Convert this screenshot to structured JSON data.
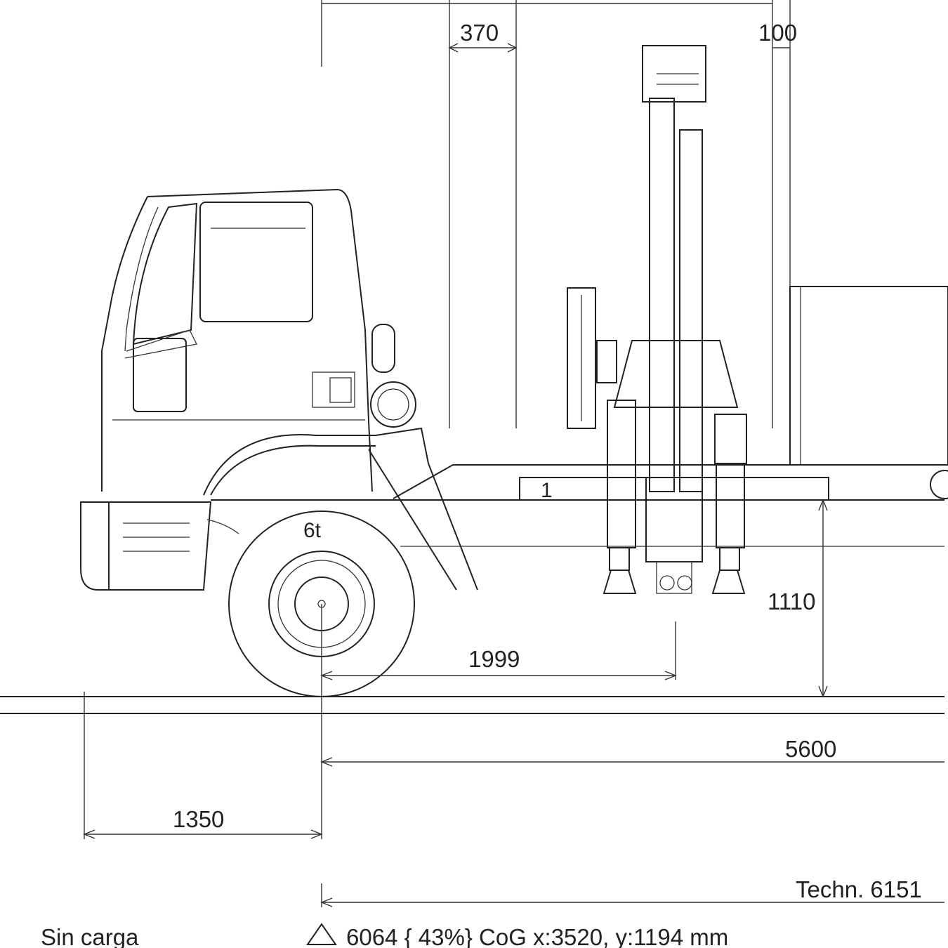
{
  "dimensions": {
    "d370": "370",
    "d100": "100",
    "d1110": "1110",
    "d1999": "1999",
    "d5600": "5600",
    "d1350": "1350",
    "techn": "Techn. 6151"
  },
  "labels": {
    "axle_load": "6t",
    "marker_one": "1"
  },
  "footer": {
    "load_state": "Sin carga",
    "summary": "6064 { 43%}  CoG x:3520, y:1194 mm"
  }
}
